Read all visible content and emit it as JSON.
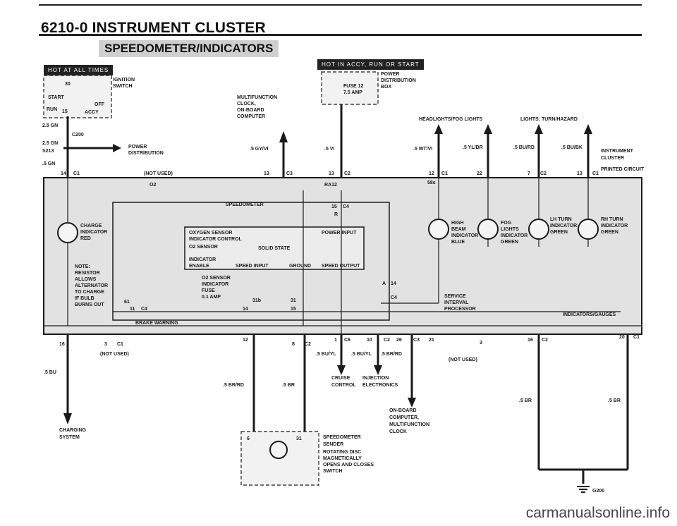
{
  "header": {
    "title": "6210-0  INSTRUMENT CLUSTER",
    "section": "SPEEDOMETER/INDICATORS"
  },
  "banners": {
    "left": "HOT AT ALL TIMES",
    "center": "HOT IN ACCY, RUN OR START"
  },
  "ignition_switch": {
    "title_1": "IGNITION",
    "title_2": "SWITCH",
    "start": "START",
    "off": "OFF",
    "run": "RUN",
    "accy": "ACCY",
    "pin_30": "30",
    "pin_15": "15"
  },
  "top_components": {
    "multifunction_1": "MULTIFUNCTION",
    "multifunction_2": "CLOCK,",
    "multifunction_3": "ON-BOARD",
    "multifunction_4": "COMPUTER",
    "power_dist_1": "POWER",
    "power_dist_2": "DISTRIBUTION",
    "power_dist_3": "BOX",
    "fuse_name": "FUSE 12",
    "fuse_amp": "7.5 AMP",
    "headlights": "HEADLIGHTS/FOG LIGHTS",
    "turn_hazard": "LIGHTS: TURN/HAZARD",
    "instrument_1": "INSTRUMENT",
    "instrument_2": "CLUSTER",
    "printed_circuit": "PRINTED CIRCUIT",
    "power_dist_left_1": "POWER",
    "power_dist_left_2": "DISTRIBUTION",
    "not_used_top": "(NOT USED)"
  },
  "wires": {
    "w25gn_a": "2.5 GN",
    "w25gn_b": "2.5 GN",
    "w5gn": ".5 GN",
    "s213": "S213",
    "c200": "C200",
    "w5gyvi": ".5 GY/VI",
    "w5vi": ".5 VI",
    "w5wtvi": ".5 WT/VI",
    "w5ylbr": ".5 YL/BR",
    "w5burd": ".5 BU/RD",
    "w5bubk": ".5 BU/BK",
    "w5bu": ".5 BU",
    "w5brrd": ".5 BR/RD",
    "w5br_a": ".5 BR",
    "w5buyl_a": ".5 BU/YL",
    "w5buyl_b": ".5 BU/YL",
    "w5brrd_b": ".5 BR/RD",
    "w5br_b": ".5 BR",
    "w5br_c": ".5 BR"
  },
  "connectors": {
    "c1_14": "14",
    "c1": "C1",
    "c3_13": "13",
    "c3": "C3",
    "c2_13": "13",
    "c2": "C2",
    "c1_12": "12",
    "c1b": "C1",
    "c2_22": "22",
    "c2_7": "7",
    "c2b": "C2",
    "c1_13": "13",
    "c1c": "C1",
    "c4_15": "15",
    "c4": "C4",
    "ra12": "RA12",
    "o2": "O2",
    "bottom_16": "16",
    "bottom_3": "3",
    "bottom_c1": "C1",
    "bottom_12": "12",
    "bottom_8": "8",
    "bottom_c2": "C2",
    "bottom_1": "1",
    "bottom_c6": "C6",
    "bottom_10": "10",
    "bottom_c2b": "C2",
    "bottom_26": "26",
    "bottom_c3": "C3",
    "bottom_21": "21",
    "bottom_3b": "3",
    "bottom_16b": "16",
    "bottom_c2c": "C2",
    "bottom_20": "20",
    "bottom_c1b": "C1"
  },
  "cluster": {
    "speedometer": "SPEEDOMETER",
    "charge_1": "CHARGE",
    "charge_2": "INDICATOR",
    "charge_3": "RED",
    "note_1": "NOTE:",
    "note_2": "RESISTOR",
    "note_3": "ALLOWS",
    "note_4": "ALTERNATOR",
    "note_5": "TO CHARGE",
    "note_6": "IF BULB",
    "note_7": "BURNS OUT",
    "oxygen_1": "OXYGEN SENSOR",
    "oxygen_2": "INDICATOR CONTROL",
    "oxygen_3": "O2 SENSOR",
    "oxygen_4": "INDICATOR",
    "oxygen_5": "ENABLE",
    "solid_state": "SOLID STATE",
    "power_input": "POWER INPUT",
    "speed_input": "SPEED INPUT",
    "ground": "GROUND",
    "speed_output": "SPEED OUTPUT",
    "o2_ind_1": "O2 SENSOR",
    "o2_ind_2": "INDICATOR",
    "fuse": "FUSE",
    "fuse_amp": "0.1 AMP",
    "high_beam_1": "HIGH",
    "high_beam_2": "BEAM",
    "high_beam_3": "INDICATOR",
    "high_beam_4": "BLUE",
    "fog_1": "FOG",
    "fog_2": "LIGHTS",
    "fog_3": "INDICATOR",
    "fog_4": "GREEN",
    "lh_turn_1": "LH TURN",
    "lh_turn_2": "INDICATOR",
    "lh_turn_3": "GREEN",
    "rh_turn_1": "RH TURN",
    "rh_turn_2": "INDICATOR",
    "rh_turn_3": "GREEN",
    "service_1": "SERVICE",
    "service_2": "INTERVAL",
    "service_3": "PROCESSOR",
    "brake_warning": "BRAKE WARNING",
    "indicators_gauges": "INDICATORS/GAUGES",
    "pin_61": "61",
    "pin_11": "11",
    "pin_c4": "C4",
    "pin_14": "14",
    "pin_15": "15",
    "pin_a": "A",
    "pin_14b": "14",
    "pin_c4b": "C4",
    "pin_31": "31",
    "pin_31b": "31b",
    "pin_r": "R",
    "pin_58s": "58s"
  },
  "bottom": {
    "not_used_left": "(NOT USED)",
    "not_used_right": "(NOT USED)",
    "charging_1": "CHARGING",
    "charging_2": "SYSTEM",
    "cruise_1": "CRUISE",
    "cruise_2": "CONTROL",
    "injection_1": "INJECTION",
    "injection_2": "ELECTRONICS",
    "onboard_1": "ON-BOARD",
    "onboard_2": "COMPUTER,",
    "onboard_3": "MULTIFUNCTION",
    "onboard_4": "CLOCK",
    "sender_1": "SPEEDOMETER",
    "sender_2": "SENDER",
    "sender_3": "ROTATING DISC",
    "sender_4": "MAGNETICALLY",
    "sender_5": "OPENS AND CLOSES",
    "sender_6": "SWITCH",
    "ground": "G200",
    "sender_pin_6": "6",
    "sender_pin_31": "31"
  },
  "watermark": "carmanualsonline.info",
  "colors": {
    "ink": "#1a1a1a",
    "shade": "#e2e2e2",
    "paper": "#ffffff"
  }
}
